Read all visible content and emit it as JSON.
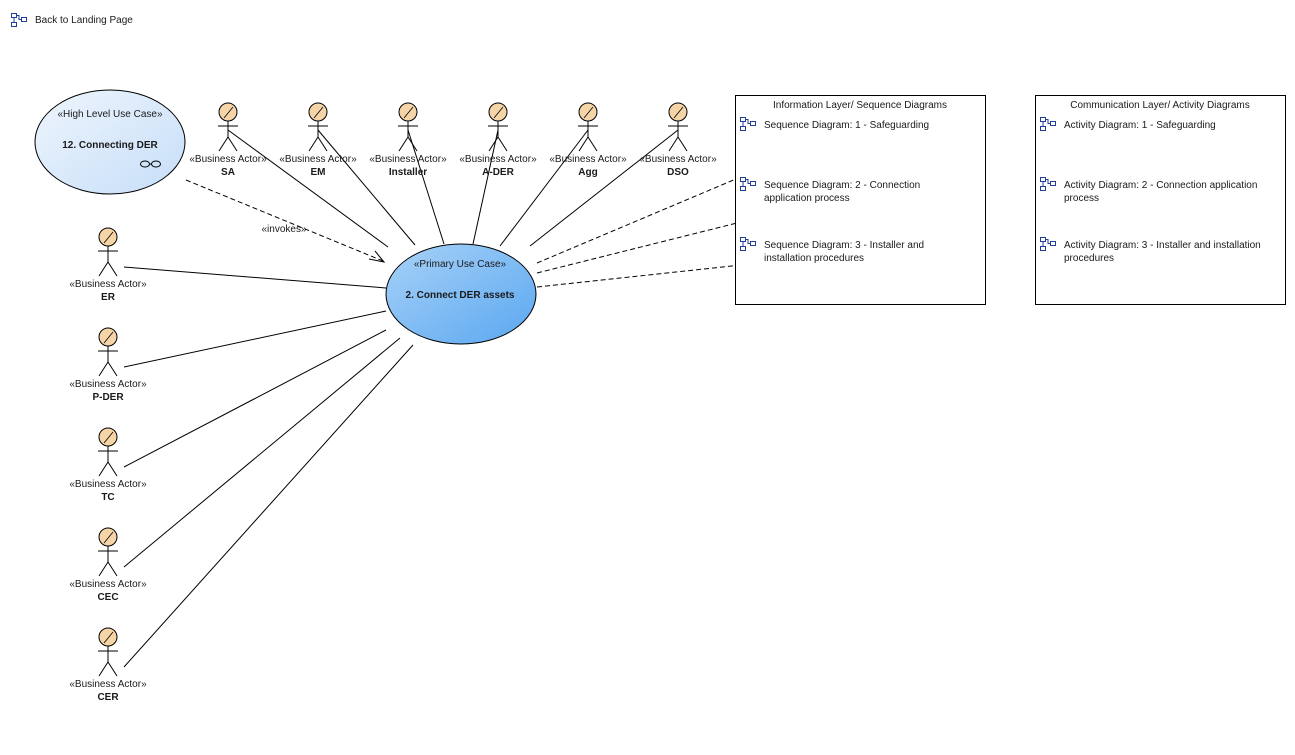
{
  "back_link": {
    "label": "Back to Landing Page",
    "icon": "diagram-icon"
  },
  "high_level_use_case": {
    "stereotype": "«High Level Use Case»",
    "name": "12. Connecting DER"
  },
  "primary_use_case": {
    "stereotype": "«Primary Use Case»",
    "name": "2. Connect DER assets"
  },
  "invokes_label": "«invokes»",
  "actor_stereotype": "«Business Actor»",
  "top_actors": [
    "SA",
    "EM",
    "Installer",
    "A-DER",
    "Agg",
    "DSO"
  ],
  "left_actors": [
    "ER",
    "P-DER",
    "TC",
    "CEC",
    "CER"
  ],
  "information_layer": {
    "title": "Information Layer/ Sequence Diagrams",
    "items": [
      [
        "Sequence Diagram: 1 - Safeguarding"
      ],
      [
        "Sequence Diagram: 2 - Connection",
        "application process"
      ],
      [
        "Sequence Diagram: 3 - Installer and",
        "installation procedures"
      ]
    ]
  },
  "communication_layer": {
    "title": "Communication Layer/ Activity Diagrams",
    "items": [
      [
        "Activity Diagram: 1 - Safeguarding"
      ],
      [
        "Activity Diagram: 2 - Connection application",
        "process"
      ],
      [
        "Activity Diagram: 3 - Installer and installation",
        "procedures"
      ]
    ]
  },
  "colors": {
    "actor_head": "#f5d5a8",
    "use_case_light": "#dcebfa",
    "use_case_primary": "#6fb3f2",
    "icon_blue": "#1f3d99"
  }
}
